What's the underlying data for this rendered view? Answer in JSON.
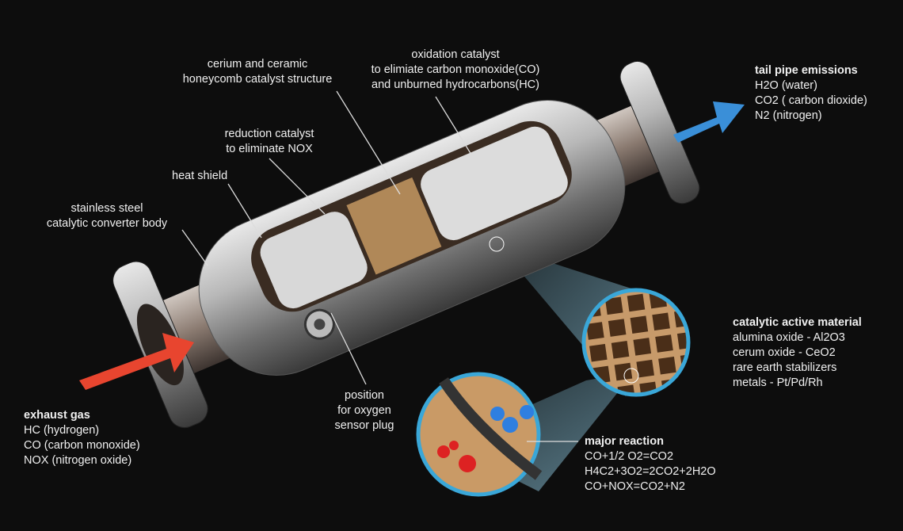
{
  "labels": {
    "cerium": [
      "cerium and ceramic",
      "honeycomb catalyst structure"
    ],
    "oxidation": [
      "oxidation catalyst",
      "to elimiate carbon monoxide(CO)",
      "and unburned hydrocarbons(HC)"
    ],
    "reduction": [
      "reduction catalyst",
      "to eliminate NOX"
    ],
    "heat_shield": "heat shield",
    "body": [
      "stainless steel",
      "catalytic converter body"
    ],
    "sensor": [
      "position",
      "for oxygen",
      "sensor plug"
    ]
  },
  "tail_pipe": {
    "title": "tail pipe emissions",
    "items": [
      "H2O (water)",
      "CO2 ( carbon dioxide)",
      "N2 (nitrogen)"
    ]
  },
  "exhaust": {
    "title": "exhaust gas",
    "items": [
      "HC (hydrogen)",
      "CO (carbon monoxide)",
      "NOX (nitrogen oxide)"
    ]
  },
  "active_material": {
    "title": "catalytic active material",
    "items": [
      "alumina oxide - Al2O3",
      "cerum oxide - CeO2",
      "rare earth stabilizers",
      "metals - Pt/Pd/Rh"
    ]
  },
  "reaction": {
    "title": "major reaction",
    "items": [
      "CO+1/2 O2=CO2",
      "H4C2+3O2=2CO2+2H2O",
      "CO+NOX=CO2+N2"
    ]
  },
  "colors": {
    "inlet_arrow": "#e8452f",
    "outlet_arrow": "#3a8fd8",
    "zoom_ring": "#3aa7d8"
  }
}
